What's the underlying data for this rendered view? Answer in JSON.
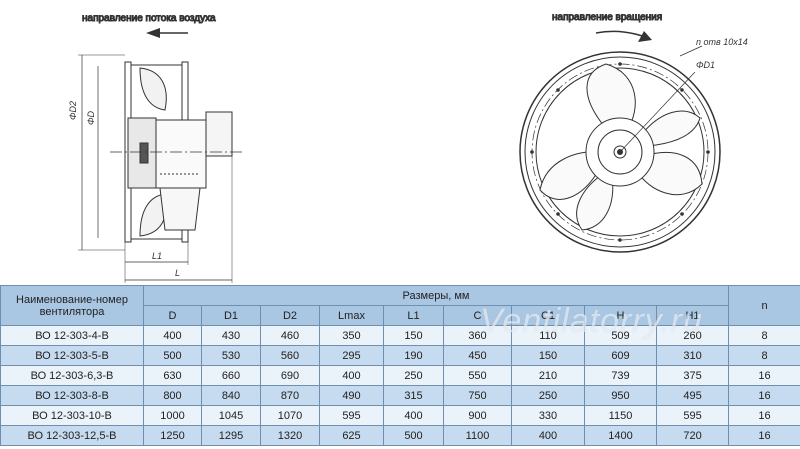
{
  "drawing": {
    "airflow_label": "направление потока воздуха",
    "rotation_label": "направление вращения",
    "dim_d2": "ΦD2",
    "dim_d": "ΦD",
    "dim_l1": "L1",
    "dim_l": "L",
    "holes_label": "n отв 10x14",
    "dim_d1": "ΦD1"
  },
  "table": {
    "name_header": "Наименование-номер вентилятора",
    "sizes_header": "Размеры, мм",
    "n_header": "n",
    "columns": [
      "D",
      "D1",
      "D2",
      "Lmax",
      "L1",
      "C",
      "C1",
      "H",
      "H1"
    ],
    "rows": [
      {
        "name": "ВО 12-303-4-В",
        "values": [
          "400",
          "430",
          "460",
          "350",
          "150",
          "360",
          "110",
          "509",
          "260"
        ],
        "n": "8"
      },
      {
        "name": "ВО 12-303-5-В",
        "values": [
          "500",
          "530",
          "560",
          "295",
          "190",
          "450",
          "150",
          "609",
          "310"
        ],
        "n": "8"
      },
      {
        "name": "ВО 12-303-6,3-В",
        "values": [
          "630",
          "660",
          "690",
          "400",
          "250",
          "550",
          "210",
          "739",
          "375"
        ],
        "n": "16"
      },
      {
        "name": "ВО 12-303-8-В",
        "values": [
          "800",
          "840",
          "870",
          "490",
          "315",
          "750",
          "250",
          "950",
          "495"
        ],
        "n": "16"
      },
      {
        "name": "ВО 12-303-10-В",
        "values": [
          "1000",
          "1045",
          "1070",
          "595",
          "400",
          "900",
          "330",
          "1150",
          "595"
        ],
        "n": "16"
      },
      {
        "name": "ВО 12-303-12,5-В",
        "values": [
          "1250",
          "1295",
          "1320",
          "625",
          "500",
          "1100",
          "400",
          "1400",
          "720"
        ],
        "n": "16"
      }
    ]
  },
  "watermark": "Ventilatorry.ru"
}
